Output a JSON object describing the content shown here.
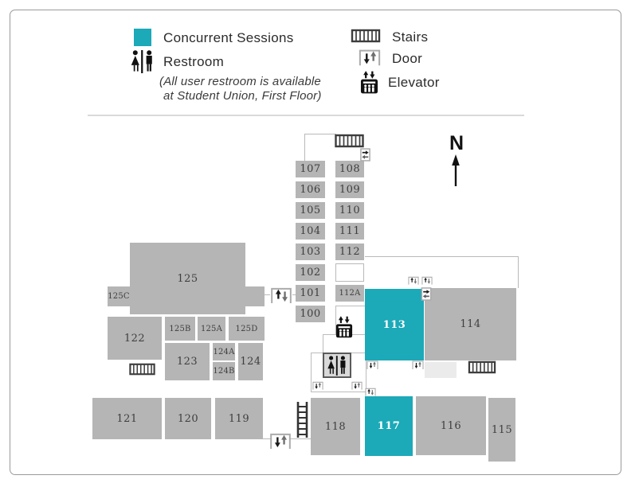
{
  "legend": {
    "concurrent_sessions": "Concurrent Sessions",
    "restroom": "Restroom",
    "restroom_note_line1": "(All user restroom is available",
    "restroom_note_line2": "at Student Union, First Floor)",
    "stairs": "Stairs",
    "door": "Door",
    "elevator": "Elevator"
  },
  "compass": {
    "north": "N"
  },
  "colors": {
    "session_accent": "#1ca9b8",
    "room_gray": "#b5b5b5",
    "corridor_line": "#b9b9b9"
  },
  "icons": {
    "concurrent_swatch": "teal-square",
    "restroom_icon": "man-woman-figures",
    "stairs_icon": "ladder-rungs",
    "door_icon": "box-with-up-down-arrows",
    "elevator_icon": "black-cab-with-arrows",
    "north_arrow": "up-arrow"
  },
  "highlighted_rooms": [
    "113",
    "117"
  ],
  "rooms": {
    "r100": "100",
    "r101": "101",
    "r102": "102",
    "r103": "103",
    "r104": "104",
    "r105": "105",
    "r106": "106",
    "r107": "107",
    "r108": "108",
    "r109": "109",
    "r110": "110",
    "r111": "111",
    "r112": "112",
    "r112a": "112A",
    "r113": "113",
    "r114": "114",
    "r115": "115",
    "r116": "116",
    "r117": "117",
    "r118": "118",
    "r119": "119",
    "r120": "120",
    "r121": "121",
    "r122": "122",
    "r123": "123",
    "r124": "124",
    "r124a": "124A",
    "r124b": "124B",
    "r125": "125",
    "r125a": "125A",
    "r125b": "125B",
    "r125c": "125C",
    "r125d": "125D"
  }
}
